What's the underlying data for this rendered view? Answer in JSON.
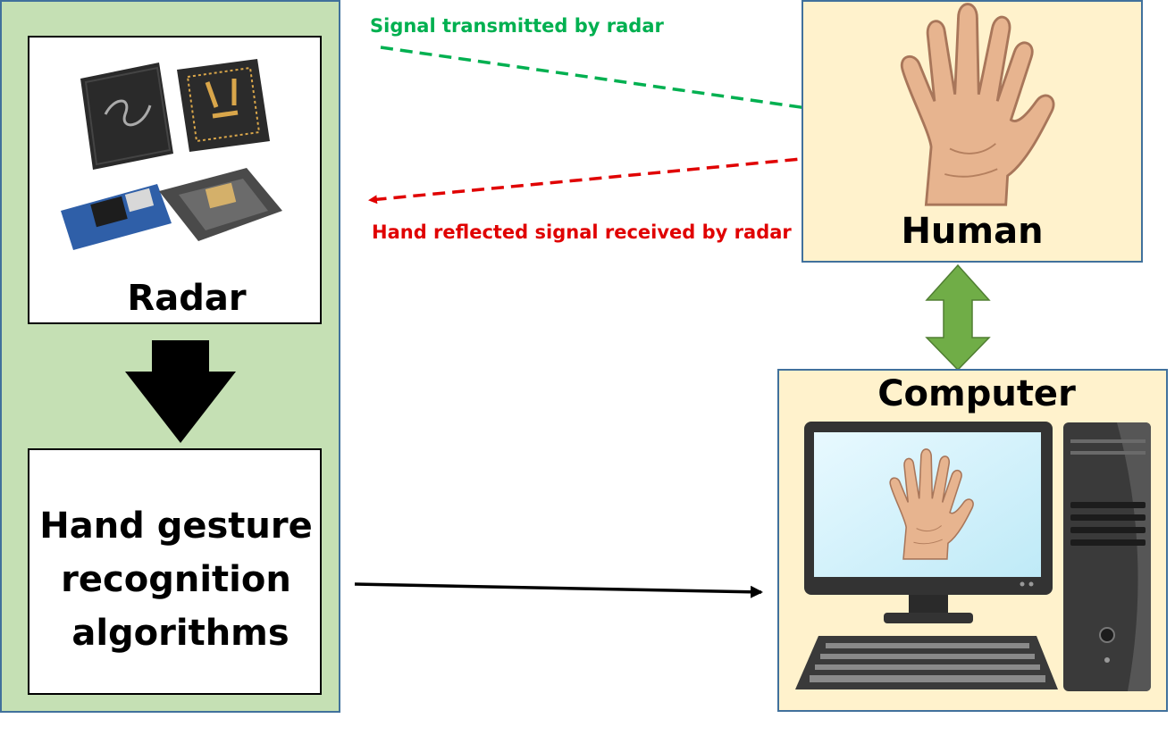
{
  "diagram": {
    "radar_label": "Radar",
    "algorithm_lines": [
      "Hand gesture",
      "recognition",
      "algorithms"
    ],
    "human_label": "Human",
    "computer_label": "Computer",
    "signal_tx_label": "Signal transmitted by radar",
    "signal_rx_label": "Hand reflected signal received by radar"
  },
  "colors": {
    "radar_panel": "#c5e0b4",
    "panel_border": "#41719c",
    "human_panel": "#fff2cc",
    "tx_arrow": "#00b050",
    "rx_arrow": "#e00000",
    "link_arrow": "#70ad47",
    "skin": "#e7b48f",
    "chip_dark": "#2a2a2a",
    "pcb_blue": "#2f5fa8"
  },
  "icons": [
    "radar-chips-illustration",
    "hand-icon",
    "desktop-computer-icon",
    "monitor-hand-icon"
  ]
}
